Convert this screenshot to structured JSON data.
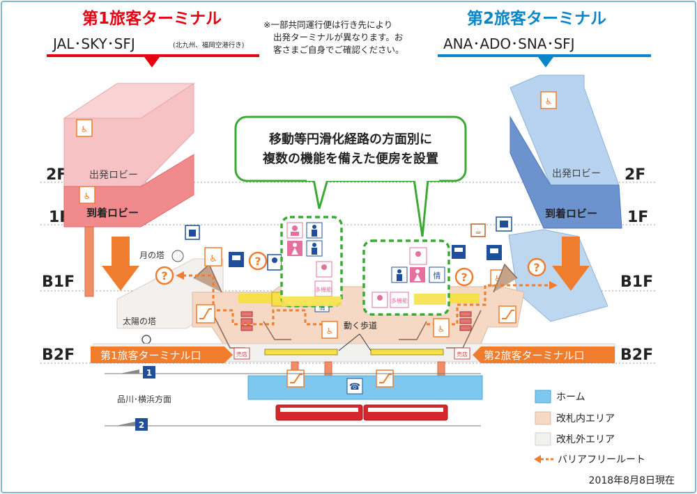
{
  "terminal1": {
    "title": "第1旅客ターミナル",
    "airlines": "JAL･SKY･SFJ",
    "airlines_note": "(北九州、福岡空港行き)",
    "entrance_label": "第1旅客ターミナル口",
    "departure_lobby": "出発ロビー",
    "arrival_lobby": "到着ロビー",
    "moon_tower": "月の塔",
    "sun_tower": "太陽の塔",
    "color": "#e60012"
  },
  "terminal2": {
    "title": "第2旅客ターミナル",
    "airlines": "ANA･ADO･SNA･SFJ",
    "entrance_label": "第2旅客ターミナル口",
    "departure_lobby": "出発ロビー",
    "arrival_lobby": "到着ロビー",
    "color": "#0a86c8"
  },
  "notice": {
    "line1": "※一部共同運行便は行き先により",
    "line2": "出発ターミナルが異なります。お",
    "line3": "客さまご自身でご確認ください。"
  },
  "callout": {
    "line1": "移動等円滑化経路の方面別に",
    "line2": "複数の機能を備えた便房を設置"
  },
  "floors": [
    "2F",
    "1F",
    "B1F",
    "B2F"
  ],
  "moving_walkway": "動く歩道",
  "platform_direction": "品川･横浜方面",
  "tracks": [
    "1",
    "2"
  ],
  "icon_labels": {
    "multi_function": "多機能",
    "information": "情",
    "shop": "売店"
  },
  "legend": [
    {
      "label": "ホーム",
      "color": "#7ec8ef"
    },
    {
      "label": "改札内エリア",
      "color": "#f5d9c4"
    },
    {
      "label": "改札外エリア",
      "color": "#f1f1ef"
    },
    {
      "label": "バリアフリールート",
      "color": "#f07c2e"
    }
  ],
  "date_note": "2018年8月8日現在",
  "colors": {
    "accent_orange": "#f07c2e",
    "callout_green": "#3aaa35",
    "toilet_pink": "#e4709e",
    "toilet_blue": "#1f4f9b",
    "concourse_yellow": "#f6e04a",
    "platform_blue": "#7ec8ef"
  }
}
